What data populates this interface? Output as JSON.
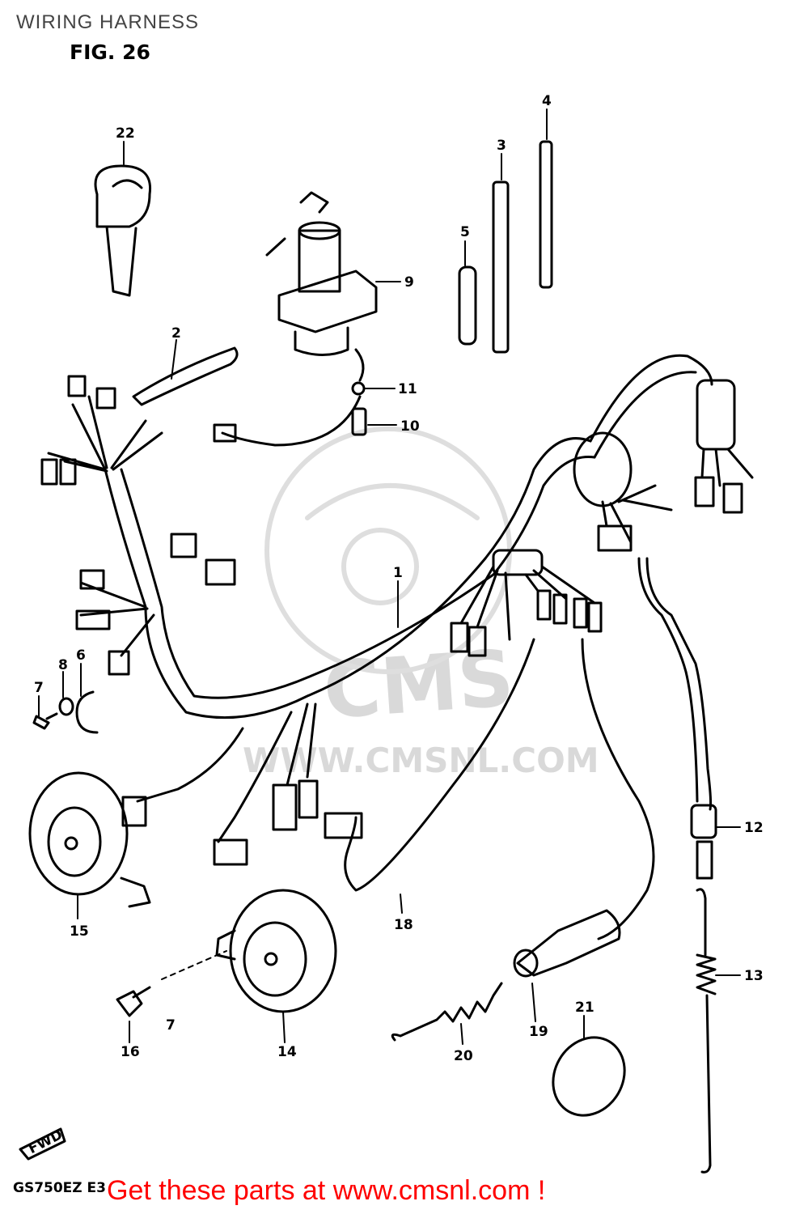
{
  "header": {
    "title": "WIRING HARNESS",
    "figure": "FIG. 26"
  },
  "watermark": {
    "brand": "CMS",
    "url": "WWW.CMSNL.COM",
    "color": "#d9d9d9"
  },
  "callouts": {
    "c1": "1",
    "c2": "2",
    "c3": "3",
    "c4": "4",
    "c5": "5",
    "c6": "6",
    "c7": "7",
    "c7b": "7",
    "c8": "8",
    "c9": "9",
    "c10": "10",
    "c11": "11",
    "c12": "12",
    "c13": "13",
    "c14": "14",
    "c15": "15",
    "c16": "16",
    "c18": "18",
    "c19": "19",
    "c20": "20",
    "c21": "21",
    "c22": "22"
  },
  "footer": {
    "model_code": "GS750EZ E3",
    "promo_text": "Get these parts at www.cmsnl.com !",
    "promo_color": "#ff0000",
    "fwd_arrow_label": "FWD"
  }
}
